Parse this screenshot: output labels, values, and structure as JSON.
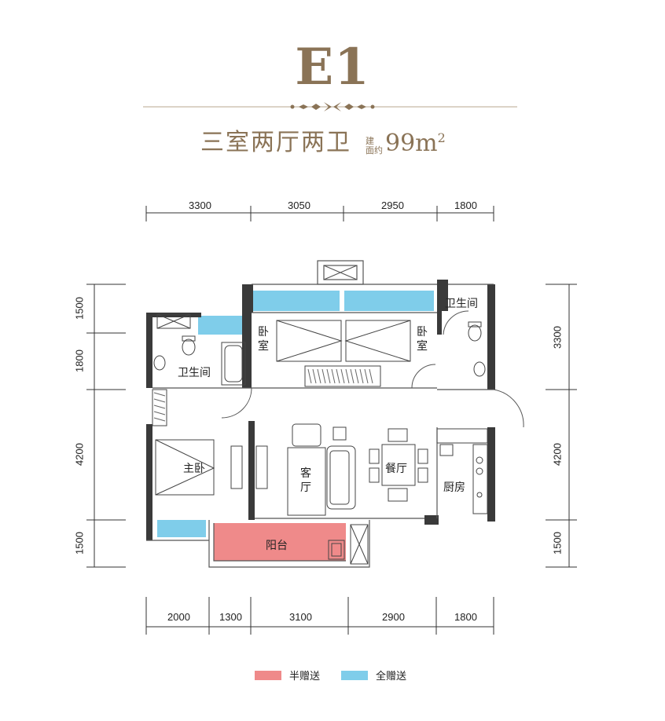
{
  "header": {
    "unit_code": "E1",
    "layout_type": "三室两厅两卫",
    "area_label_line1": "建",
    "area_label_line2": "面约",
    "area_value": "99m",
    "area_unit_sup": "2"
  },
  "dimensions": {
    "top": [
      "3300",
      "3050",
      "2950",
      "1800"
    ],
    "bottom": [
      "2000",
      "1300",
      "3100",
      "2900",
      "1800"
    ],
    "left": [
      "1500",
      "1800",
      "4200",
      "1500"
    ],
    "right": [
      "3300",
      "4200",
      "1500"
    ]
  },
  "rooms": {
    "bedroom_left_1": "卧",
    "bedroom_left_2": "室",
    "bedroom_right_1": "卧",
    "bedroom_right_2": "室",
    "bathroom_left": "卫生间",
    "bathroom_right": "卫生间",
    "master_bedroom": "主卧",
    "living_1": "客",
    "living_2": "厅",
    "dining": "餐厅",
    "kitchen": "厨房",
    "balcony": "阳台"
  },
  "legend": {
    "half_gift": "半赠送",
    "full_gift": "全赠送",
    "half_gift_color": "#ef8a8a",
    "full_gift_color": "#7fcdea"
  },
  "colors": {
    "brand": "#8a7356",
    "wall": "#3a3a3a",
    "gift_blue": "#7fcdea",
    "gift_pink": "#ef8a8a"
  }
}
